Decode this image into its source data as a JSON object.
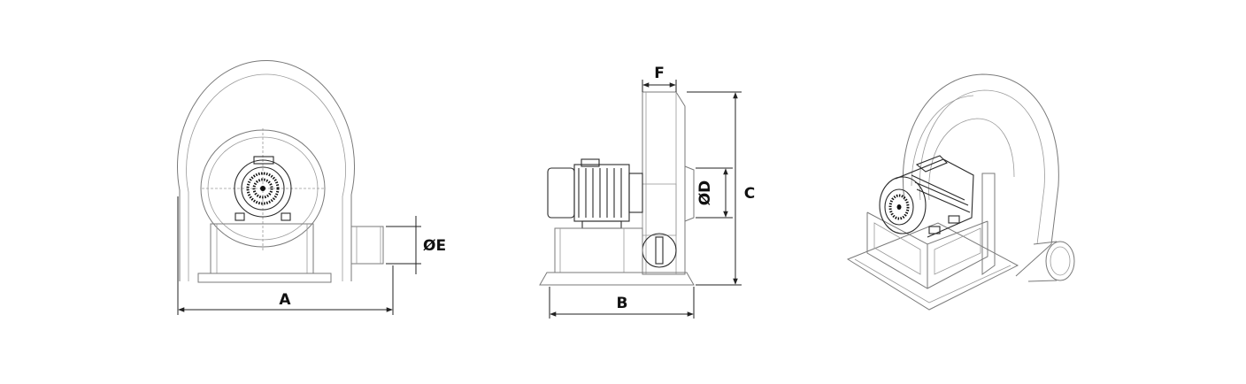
{
  "labels": {
    "a": "A",
    "b": "B",
    "c": "C",
    "d": "ØD",
    "e": "ØE",
    "f": "F"
  }
}
